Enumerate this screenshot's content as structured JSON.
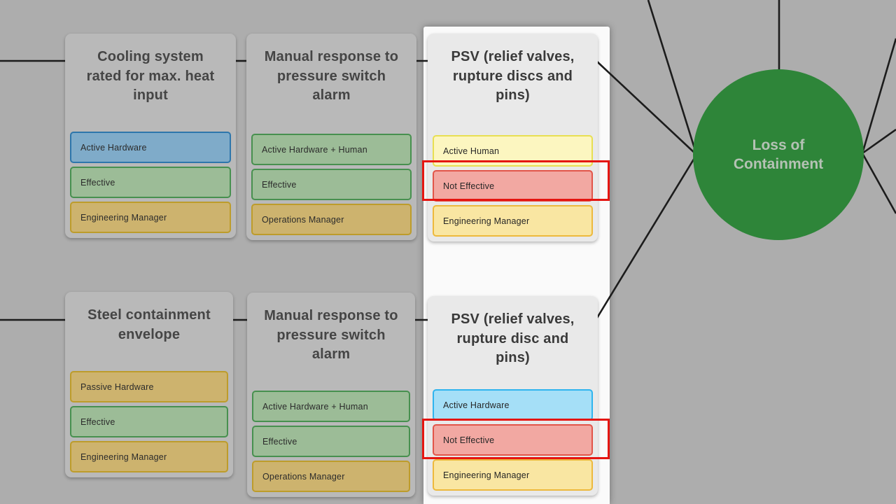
{
  "diagram": {
    "hazard": {
      "label": "Loss of Containment"
    },
    "barriers": [
      {
        "title": "Cooling system rated for max. heat input",
        "state": "dimmed",
        "tags": [
          {
            "label": "Active Hardware",
            "type": "blue"
          },
          {
            "label": "Effective",
            "type": "green"
          },
          {
            "label": "Engineering Manager",
            "type": "tan"
          }
        ]
      },
      {
        "title": "Manual response to pressure switch alarm",
        "state": "dimmed",
        "tags": [
          {
            "label": "Active Hardware + Human",
            "type": "green"
          },
          {
            "label": "Effective",
            "type": "green"
          },
          {
            "label": "Operations Manager",
            "type": "tan"
          }
        ]
      },
      {
        "title": "PSV (relief valves, rupture discs and pins)",
        "state": "highlighted",
        "tags": [
          {
            "label": "Active Human",
            "type": "yellow"
          },
          {
            "label": "Not Effective",
            "type": "red",
            "annotated": true
          },
          {
            "label": "Engineering Manager",
            "type": "gold"
          }
        ]
      },
      {
        "title": "Steel containment envelope",
        "state": "dimmed",
        "tags": [
          {
            "label": "Passive Hardware",
            "type": "tan"
          },
          {
            "label": "Effective",
            "type": "green"
          },
          {
            "label": "Engineering Manager",
            "type": "tan"
          }
        ]
      },
      {
        "title": "Manual response to pressure switch alarm",
        "state": "dimmed",
        "tags": [
          {
            "label": "Active Hardware + Human",
            "type": "green"
          },
          {
            "label": "Effective",
            "type": "green"
          },
          {
            "label": "Operations Manager",
            "type": "tan"
          }
        ]
      },
      {
        "title": "PSV (relief valves, rupture disc and pins)",
        "state": "highlighted",
        "tags": [
          {
            "label": "Active Hardware",
            "type": "blue"
          },
          {
            "label": "Not Effective",
            "type": "red",
            "annotated": true
          },
          {
            "label": "Engineering Manager",
            "type": "gold"
          }
        ]
      }
    ]
  },
  "colors": {
    "page-bg": "#adadad",
    "spotlight-bg": "#fafafa",
    "card-dim-bg": "#b9b9b9",
    "card-lit-bg": "#e9e9e9",
    "hazard-green": "#2e8539",
    "hazard-text": "#b5c2b5",
    "line": "#1c1c1c",
    "annotation-red": "#e51511",
    "tag-blue-fill": "#a5dff7",
    "tag-blue-border": "#2fb4ee",
    "tag-yellow-fill": "#fcf6c0",
    "tag-yellow-border": "#e8df52",
    "tag-red-fill": "#f2a8a2",
    "tag-red-border": "#e25549",
    "tag-gold-fill": "#f9e6a2",
    "tag-gold-border": "#edb93c",
    "tag-blue-dim-fill": "#7fabc9",
    "tag-blue-dim-border": "#2e76ab",
    "tag-green-dim-fill": "#9cbc97",
    "tag-green-dim-border": "#47904f",
    "tag-tan-dim-fill": "#cdb36e",
    "tag-tan-dim-border": "#bd9c2b"
  }
}
